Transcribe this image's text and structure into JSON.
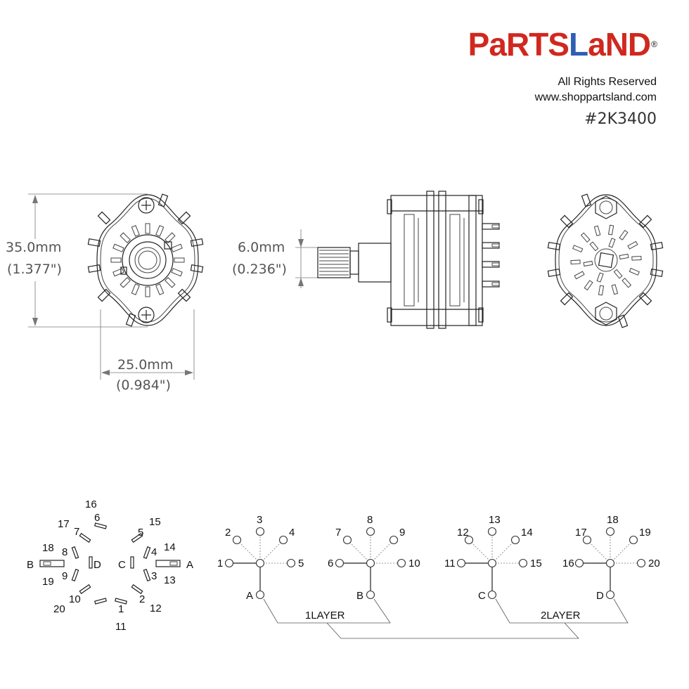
{
  "brand": {
    "letters": [
      "P",
      "a",
      "R",
      "T",
      "S",
      "L",
      "a",
      "N",
      "D"
    ],
    "colors": [
      "#d0281f",
      "#d0281f",
      "#d0281f",
      "#d0281f",
      "#d0281f",
      "#2f5fb3",
      "#d0281f",
      "#d0281f",
      "#d0281f"
    ],
    "registered": "®",
    "rights": "All Rights Reserved",
    "website": "www.shoppartsland.com",
    "part_number": "#2K3400"
  },
  "dimensions": {
    "height_mm": "35.0mm",
    "height_in": "(1.377\")",
    "shaft_mm": "6.0mm",
    "shaft_in": "(0.236\")",
    "width_mm": "25.0mm",
    "width_in": "(0.984\")"
  },
  "pin_layout": {
    "left_labels": [
      "16",
      "17",
      "6",
      "7",
      "18",
      "8",
      "B",
      "D",
      "19",
      "9",
      "20",
      "10"
    ],
    "right_labels": [
      "15",
      "5",
      "4",
      "14",
      "C",
      "A",
      "3",
      "13",
      "2",
      "12",
      "1",
      "11"
    ]
  },
  "schematic": {
    "poles": [
      {
        "common": "A",
        "throws": [
          "1",
          "2",
          "3",
          "4",
          "5"
        ]
      },
      {
        "common": "B",
        "throws": [
          "6",
          "7",
          "8",
          "9",
          "10"
        ]
      },
      {
        "common": "C",
        "throws": [
          "11",
          "12",
          "13",
          "14",
          "15"
        ]
      },
      {
        "common": "D",
        "throws": [
          "16",
          "17",
          "18",
          "19",
          "20"
        ]
      }
    ],
    "layer1": "1LAYER",
    "layer2": "2LAYER"
  }
}
